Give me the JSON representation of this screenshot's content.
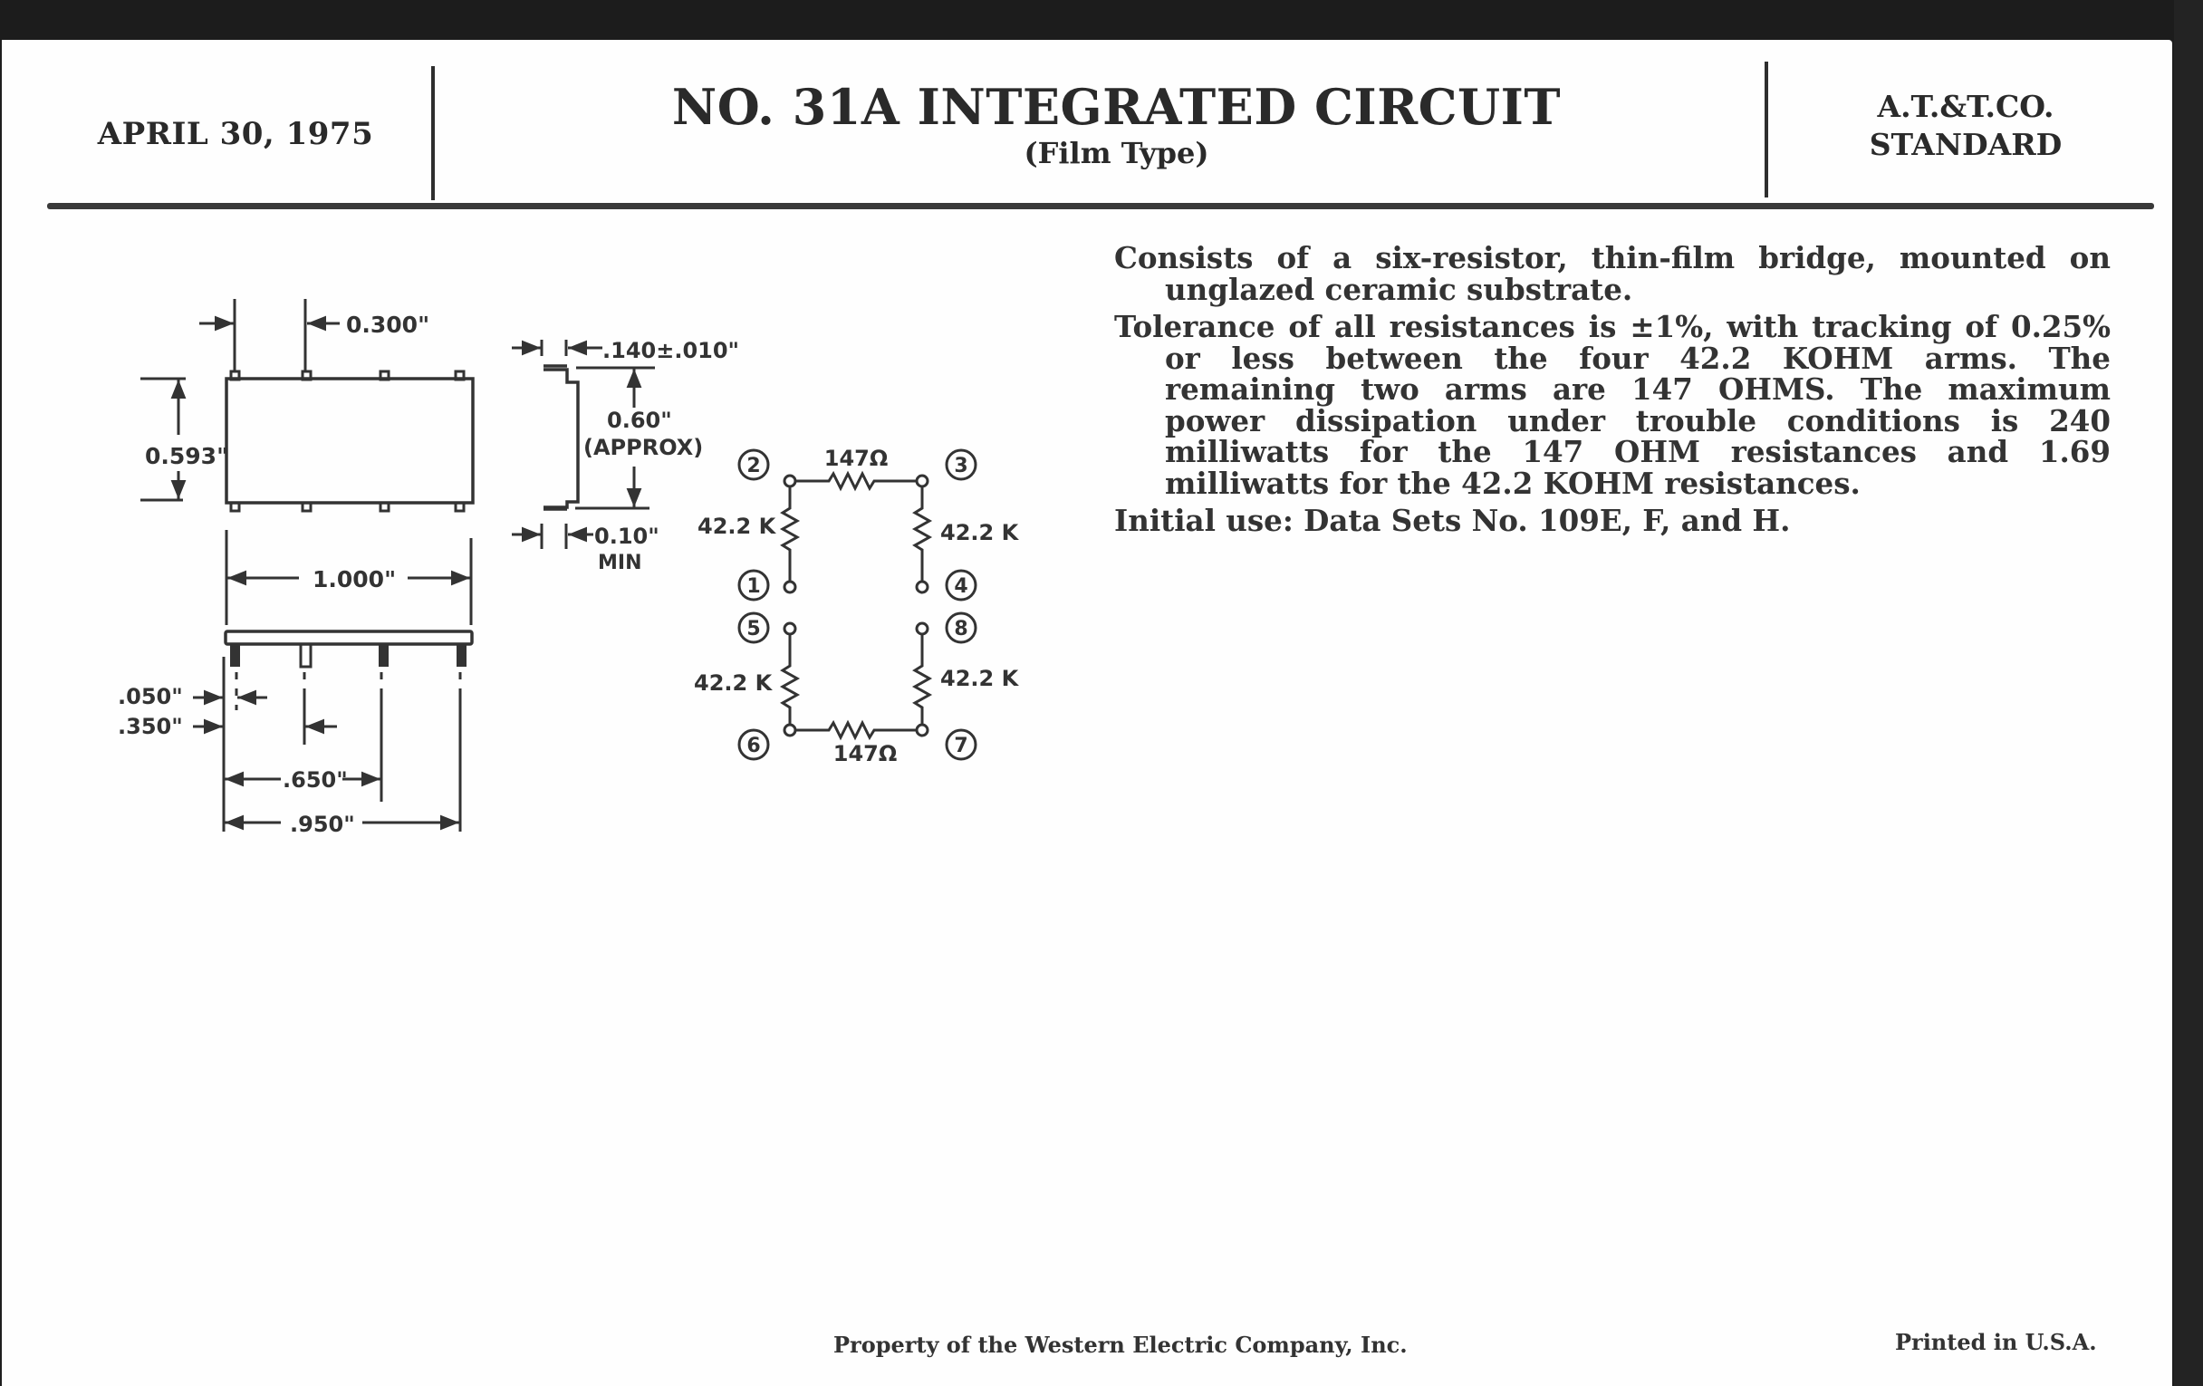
{
  "header": {
    "date": "APRIL 30, 1975",
    "title": "NO. 31A INTEGRATED CIRCUIT",
    "subtitle": "(Film Type)",
    "standard_line1": "A.T.&T.CO.",
    "standard_line2": "STANDARD"
  },
  "description": {
    "paragraphs": [
      "Consists of a six-resistor, thin-film bridge, mounted on unglazed ceramic substrate.",
      "Tolerance of all resistances is ±1%, with tracking of 0.25% or less between the four 42.2 KOHM arms. The remaining two arms are 147 OHMS. The maximum power dissipation under trouble conditions is 240 milliwatts for the 147 OHM resistances and 1.69 milliwatts for the 42.2 KOHM resistances.",
      "Initial use:  Data Sets No. 109E, F, and H."
    ]
  },
  "drawing": {
    "top_view": {
      "pin_pitch": "0.300\"",
      "height": "0.593\"",
      "width": "1.000\""
    },
    "side_view": {
      "thickness": ".140±.010\"",
      "height_line1": "0.60\"",
      "height_line2": "(APPROX)",
      "lead_line1": "0.10\"",
      "lead_line2": "MIN"
    },
    "front_view": {
      "lead_offset": ".050\"",
      "lead_2": ".350\"",
      "lead_3": ".650\"",
      "lead_4": ".950\""
    }
  },
  "schematic": {
    "pins": [
      "1",
      "2",
      "3",
      "4",
      "5",
      "6",
      "7",
      "8"
    ],
    "top_resistor": "147Ω",
    "bottom_resistor": "147Ω",
    "upper_left": "42.2 K",
    "upper_right": "42.2 K",
    "lower_left": "42.2 K",
    "lower_right": "42.2 K"
  },
  "footer": {
    "property": "Property of the Western Electric Company, Inc.",
    "printed": "Printed in U.S.A."
  }
}
